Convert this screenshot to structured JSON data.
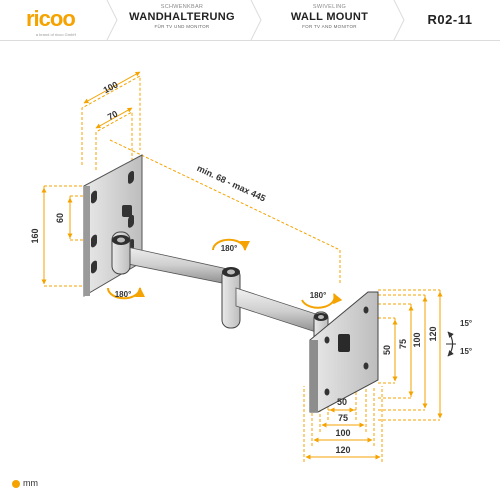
{
  "header": {
    "logo": "ricoo",
    "logo_sub": "a brand of ricoo GmbH",
    "de_small": "SCHWENKBAR",
    "de_title": "WANDHALTERUNG",
    "de_sub": "FÜR TV UND MONITOR",
    "en_small": "SWIVELING",
    "en_title": "WALL MOUNT",
    "en_sub": "FOR TV AND MONITOR",
    "model": "R02-11"
  },
  "dimensions": {
    "wall_plate_w_outer": "100",
    "wall_plate_w_inner": "70",
    "arm_reach": "min. 68 - max 445",
    "wall_plate_h_inner": "60",
    "wall_plate_h_outer": "160",
    "vesa_v_50": "50",
    "vesa_v_75": "75",
    "vesa_v_100": "100",
    "vesa_v_120": "120",
    "vesa_h_50": "50",
    "vesa_h_75": "75",
    "vesa_h_100": "100",
    "vesa_h_120": "120",
    "tilt_up": "15°",
    "tilt_down": "15°",
    "rot_middle": "180°",
    "rot_wall": "180°",
    "rot_head": "180°"
  },
  "legend": {
    "unit": "mm"
  },
  "colors": {
    "accent": "#f5a300",
    "line": "#333333",
    "metal": "#c8c8c8"
  }
}
